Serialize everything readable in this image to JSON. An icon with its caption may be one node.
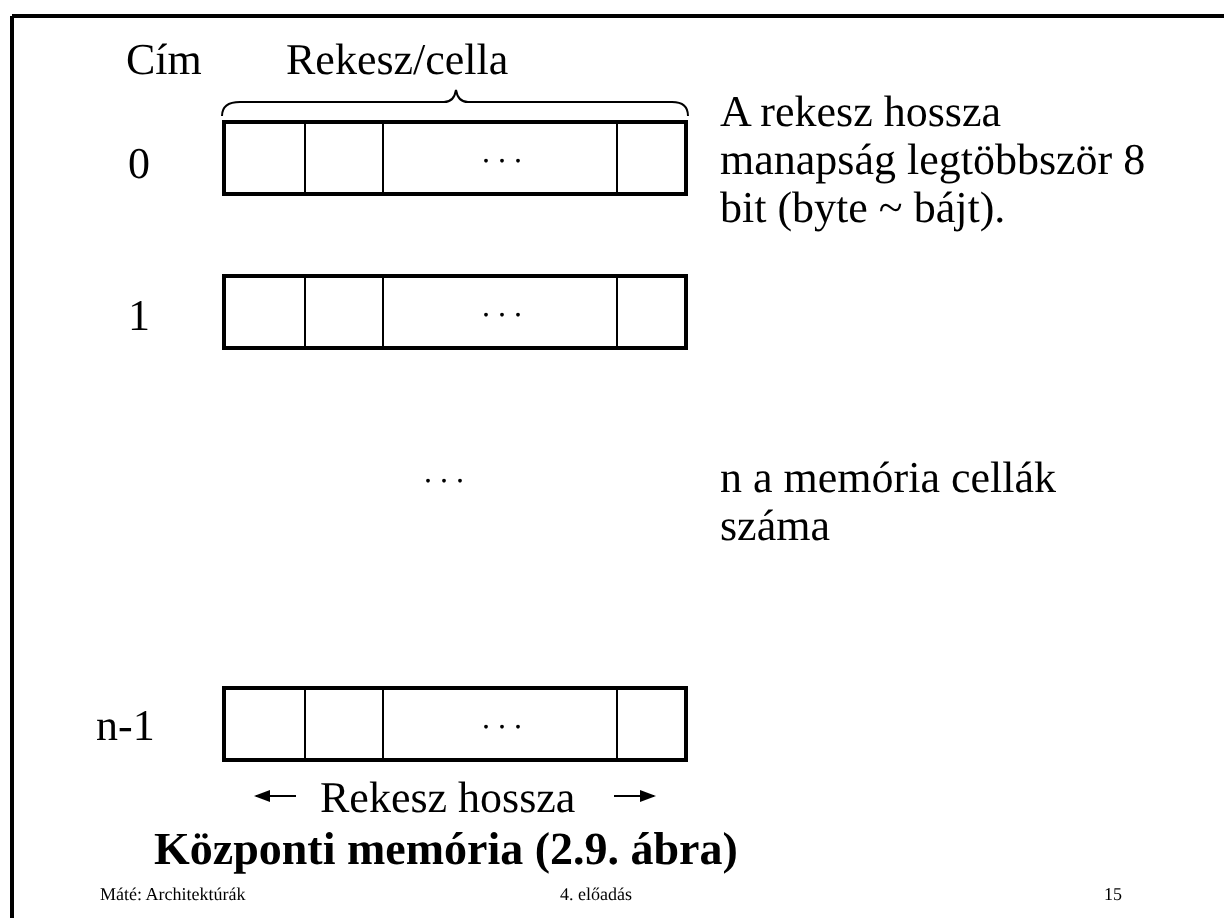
{
  "diagram": {
    "title": "Központi memória (2.9. ábra)",
    "nodes": [
      {
        "text": [
          ". . ."
        ]
      },
      {
        "text": [
          ". . ."
        ]
      },
      {
        "text": [
          ". . ."
        ]
      }
    ],
    "labels": [
      "Cím",
      "Rekesz/cella",
      "0",
      "A rekesz hossza manapság legtöbbször 8 bit (byte ~ bájt).",
      "1",
      ". . .",
      "n a memória cellák száma",
      "n-1",
      "Rekesz hossza",
      "Máté: Architektúrák",
      "4. előadás",
      "15"
    ]
  }
}
